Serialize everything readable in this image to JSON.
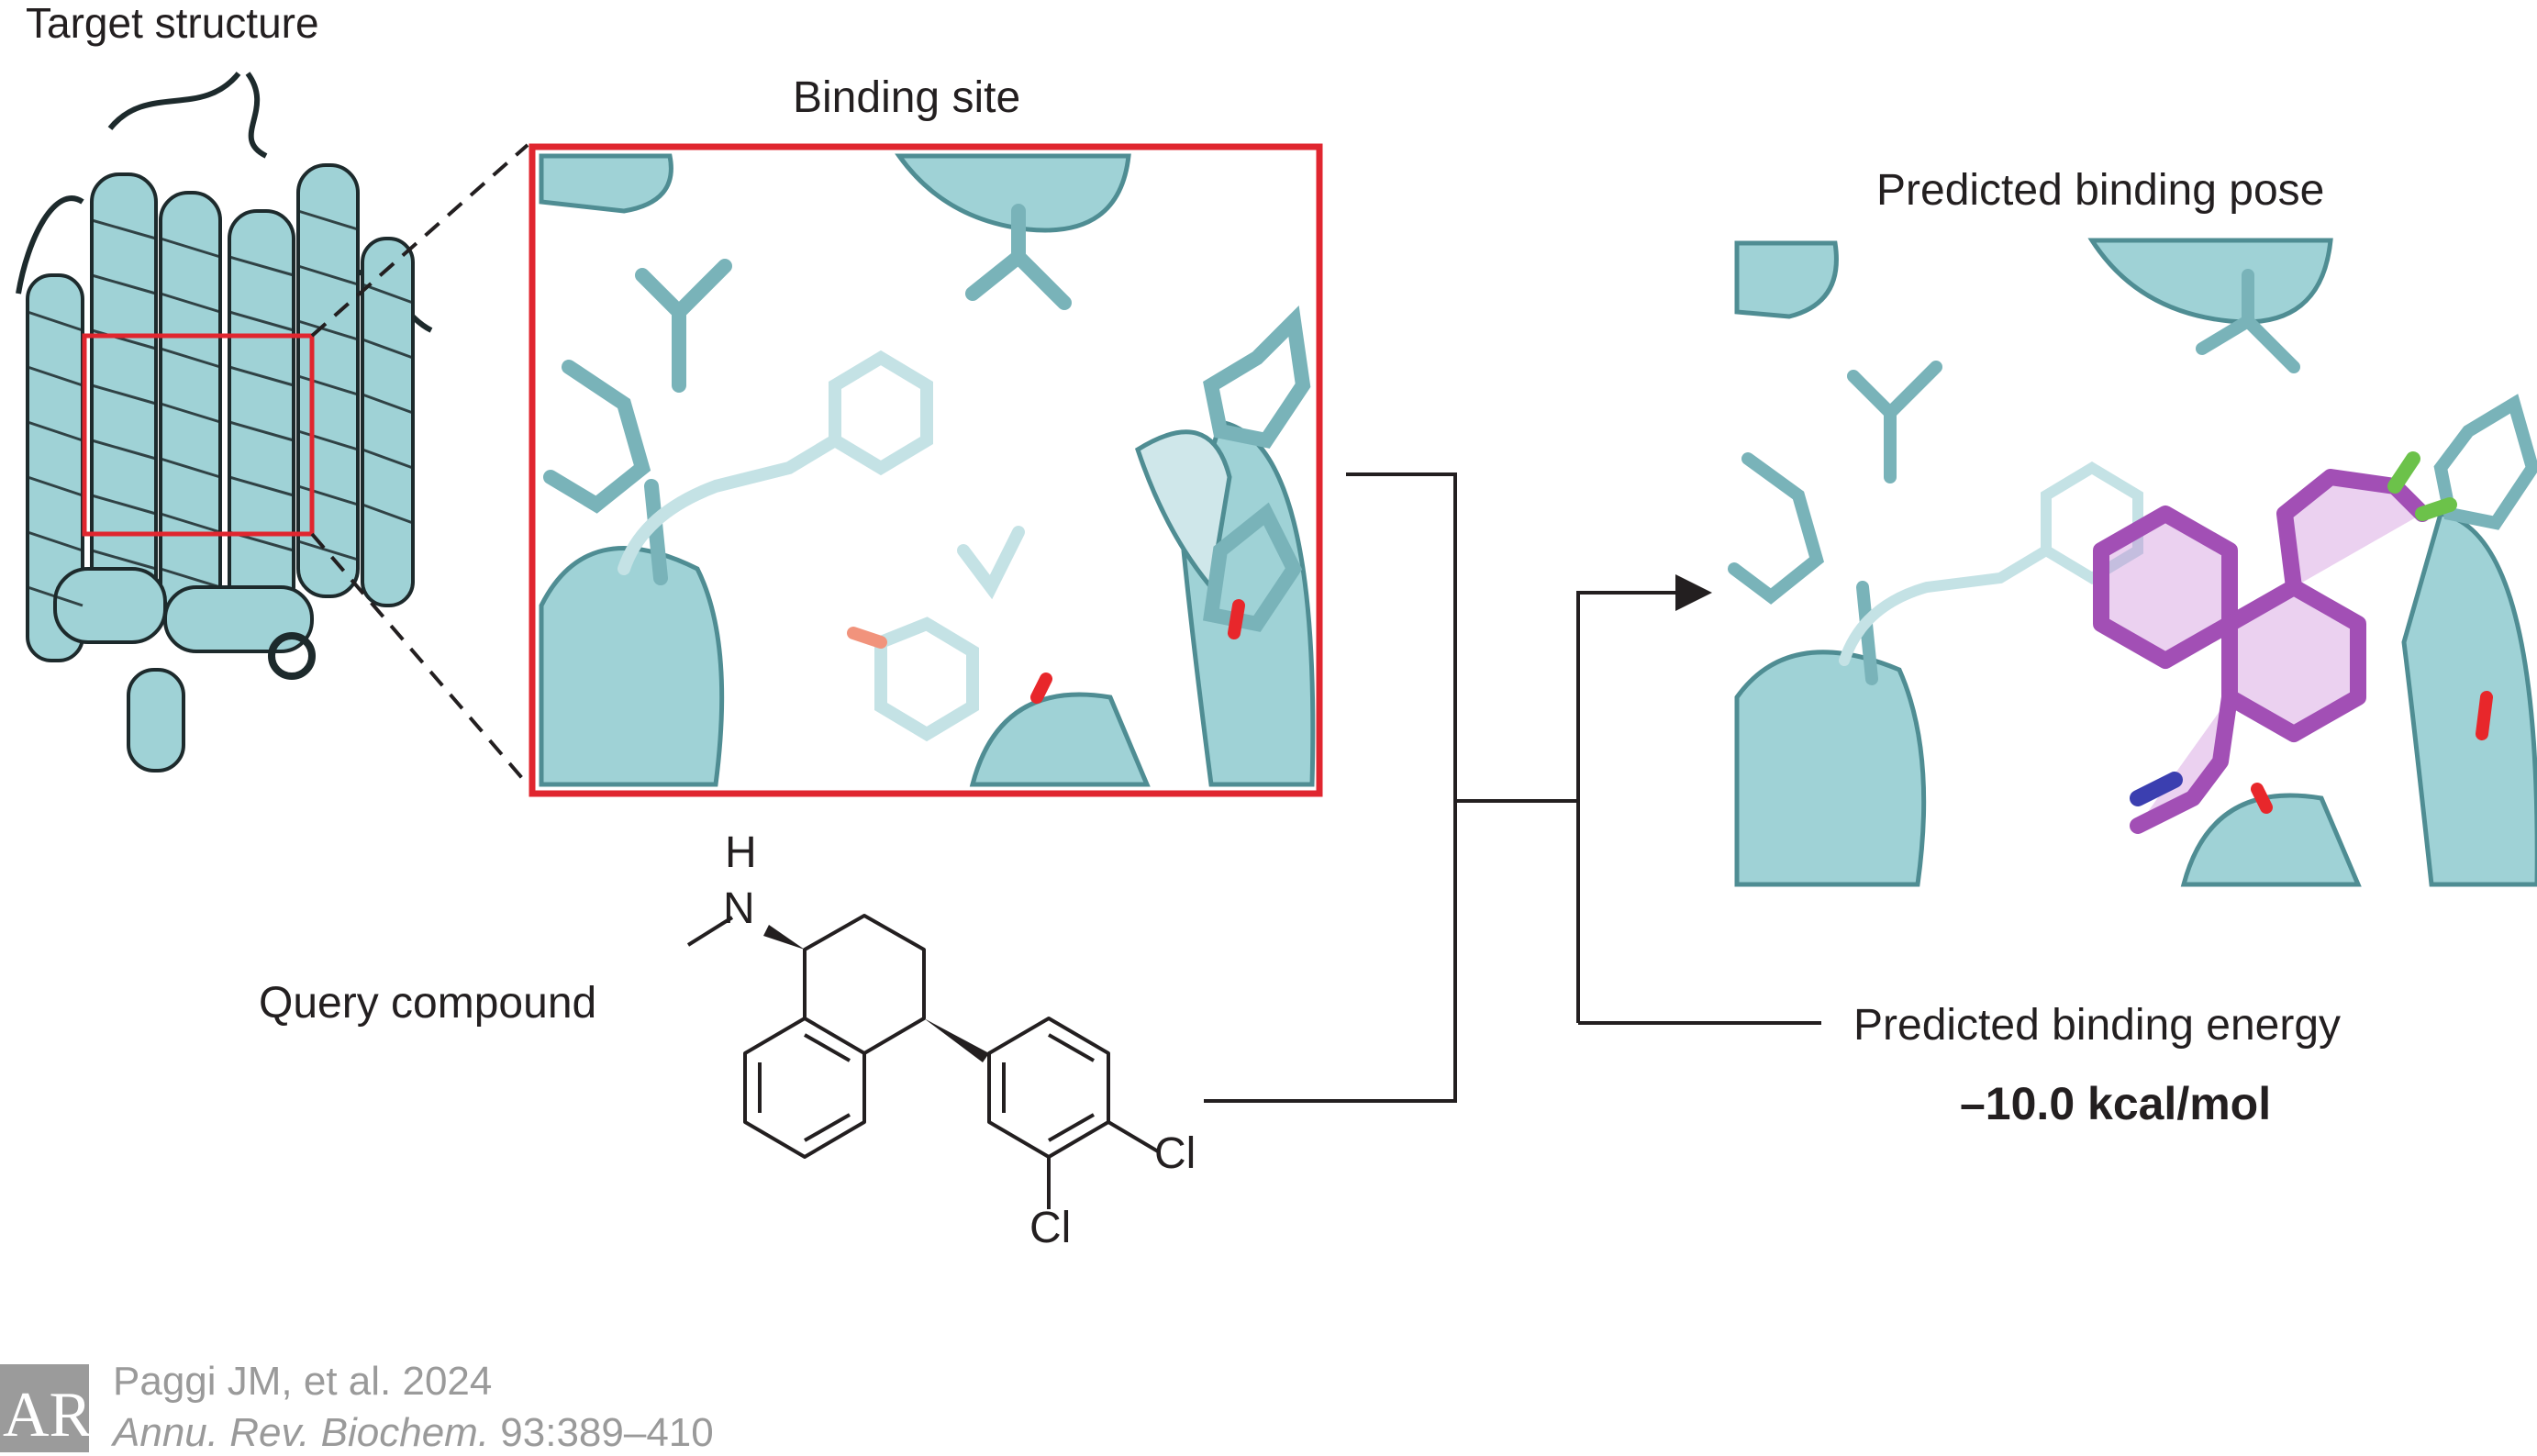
{
  "labels": {
    "target_structure": "Target structure",
    "binding_site": "Binding site",
    "predicted_binding_pose": "Predicted binding pose",
    "query_compound": "Query compound",
    "predicted_binding_energy": "Predicted binding energy",
    "binding_energy_value": "–10.0 kcal/mol"
  },
  "molecule": {
    "atom_h": "H",
    "atom_n": "N",
    "atom_cl_1": "Cl",
    "atom_cl_2": "Cl"
  },
  "citation": {
    "logo_text": "AR",
    "line1": "Paggi JM, et al. 2024",
    "journal": "Annu. Rev. Biochem.",
    "pages": " 93:389–410"
  },
  "colors": {
    "highlight_box": "#e0262f",
    "protein_cartoon": "#9fd2d6",
    "protein_dark": "#4f8d93",
    "ligand": "#a24fb5",
    "line": "#231f20"
  }
}
